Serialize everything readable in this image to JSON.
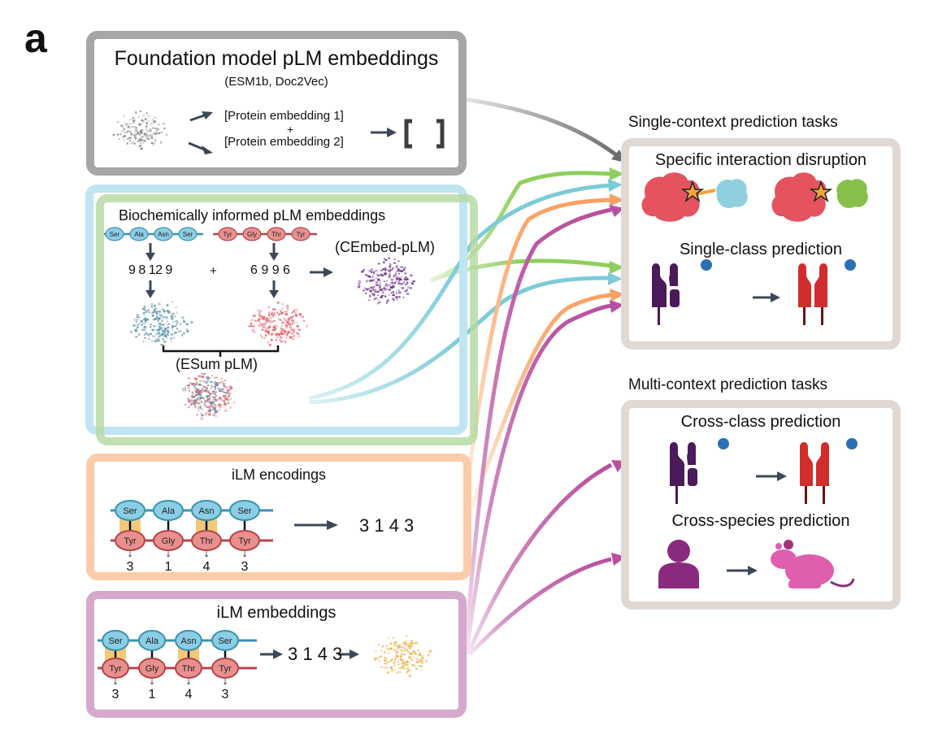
{
  "figure_label": "a",
  "colors": {
    "foundation_border": "#a6a6a6",
    "biochem_blue_border": "#bfe5f3",
    "biochem_green_border": "#c5e0b8",
    "ilm_encodings_border": "#fcccaa",
    "ilm_embeddings_border": "#d6a8cc",
    "task_border": "#e0d8d3",
    "arrow_gray": "#6b6b6b",
    "arrow_green": "#8ecf5c",
    "arrow_cyan": "#7ccbd9",
    "arrow_orange": "#f9a062",
    "arrow_magenta": "#b94fa0",
    "residue_blue": "#8ccde6",
    "residue_red": "#e8908e",
    "chain_blue": "#3a93ad",
    "chain_red": "#b44548",
    "interface_yellow": "#f2c97a",
    "dark_arrow": "#3c4858"
  },
  "foundation": {
    "title": "Foundation model pLM embeddings",
    "subtitle": "(ESM1b, Doc2Vec)",
    "embedding_1": "[Protein embedding 1]",
    "plus": "+",
    "embedding_2": "[Protein embedding 2]",
    "concat_icon": "bracket-icon"
  },
  "biochem": {
    "title": "Biochemically informed pLM embeddings",
    "chain_a": [
      "Ser",
      "Ala",
      "Asn",
      "Ser"
    ],
    "chain_b": [
      "Tyr",
      "Gly",
      "Thr",
      "Tyr"
    ],
    "encoding_a": "9 8 12 9",
    "plus": "+",
    "encoding_b": "6 9 9 6",
    "cembed_label": "(CEmbed-pLM)",
    "esum_label": "(ESum pLM)"
  },
  "ilm_encodings": {
    "title": "iLM encodings",
    "chain_a": [
      "Ser",
      "Ala",
      "Asn",
      "Ser"
    ],
    "chain_b": [
      "Tyr",
      "Gly",
      "Thr",
      "Tyr"
    ],
    "codes": [
      "3",
      "1",
      "4",
      "3"
    ],
    "result": "3 1 4 3"
  },
  "ilm_embeddings": {
    "title": "iLM embeddings",
    "chain_a": [
      "Ser",
      "Ala",
      "Asn",
      "Ser"
    ],
    "chain_b": [
      "Tyr",
      "Gly",
      "Thr",
      "Tyr"
    ],
    "codes": [
      "3",
      "1",
      "4",
      "3"
    ],
    "result": "3 1 4 3"
  },
  "single_context": {
    "heading": "Single-context prediction tasks",
    "task_1": "Specific interaction disruption",
    "task_2": "Single-class prediction"
  },
  "multi_context": {
    "heading": "Multi-context prediction tasks",
    "task_1": "Cross-class prediction",
    "task_2": "Cross-species prediction"
  }
}
